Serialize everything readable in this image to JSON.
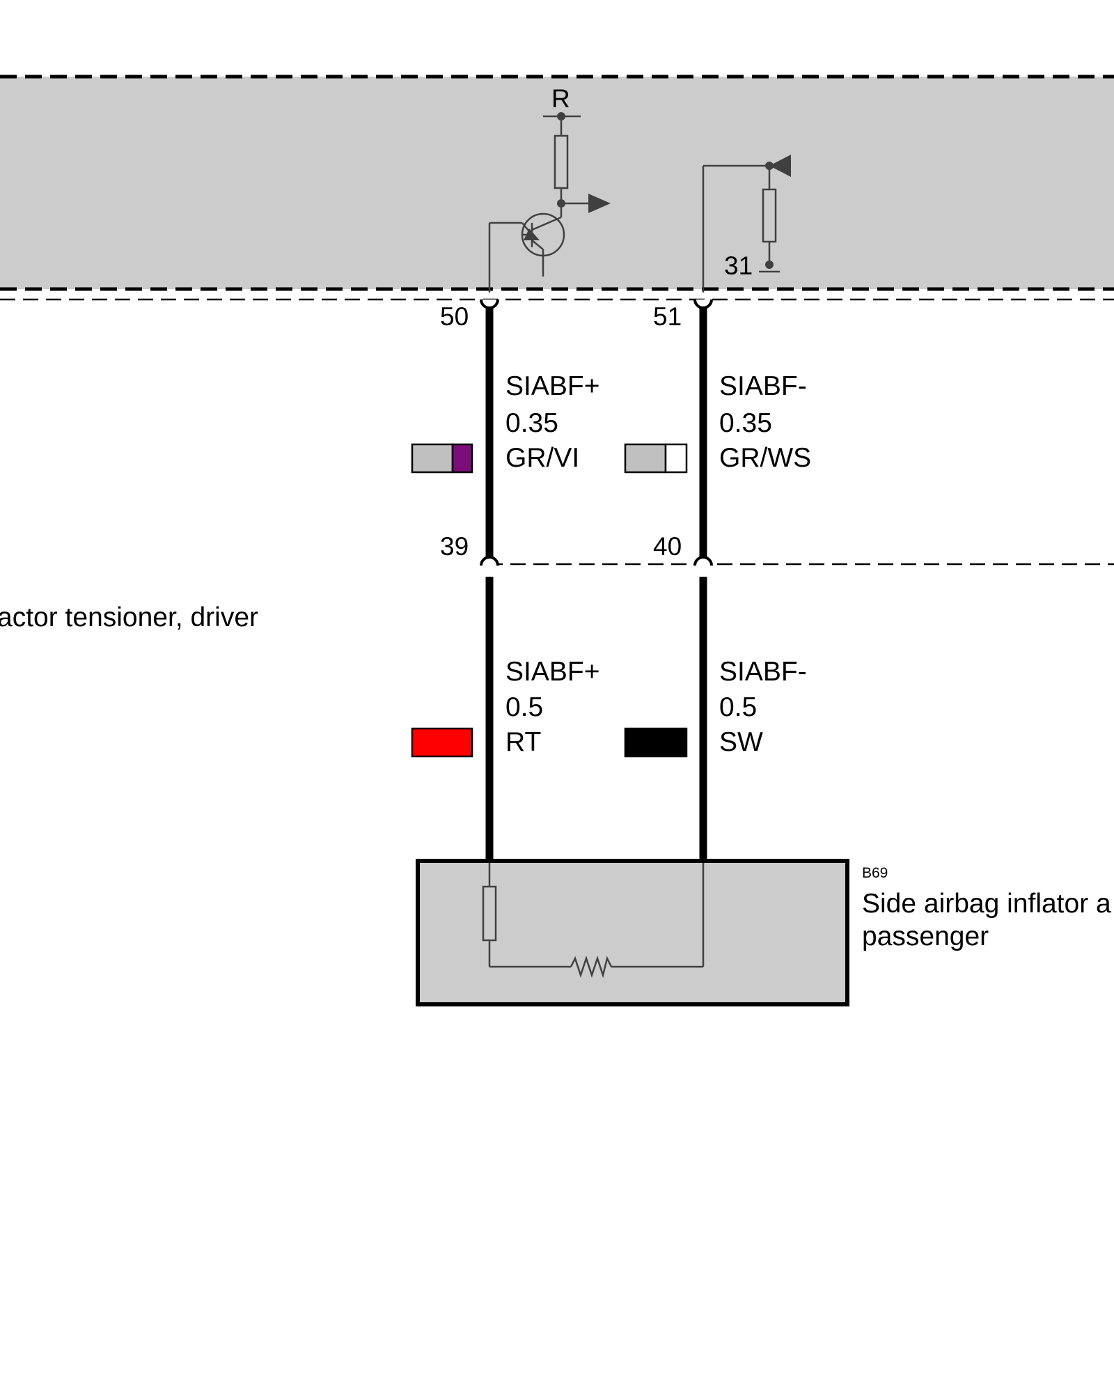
{
  "colors": {
    "module_fill": "#cccccc",
    "wire": "#000000",
    "circuit": "#404040",
    "violet": "#7a0f7a",
    "red": "#ff0000",
    "gray": "#c0c0c0"
  },
  "module": {
    "supply_label": "R",
    "ground_label": "31"
  },
  "connector_upper": {
    "pin_left": "50",
    "pin_right": "51"
  },
  "connector_lower": {
    "pin_left": "39",
    "pin_right": "40"
  },
  "wires_upper": {
    "left": {
      "signal": "SIABF+",
      "size": "0.35",
      "color_code": "GR/VI"
    },
    "right": {
      "signal": "SIABF-",
      "size": "0.35",
      "color_code": "GR/WS"
    }
  },
  "wires_lower": {
    "left": {
      "signal": "SIABF+",
      "size": "0.5",
      "color_code": "RT"
    },
    "right": {
      "signal": "SIABF-",
      "size": "0.5",
      "color_code": "SW"
    }
  },
  "side_label": "actor tensioner, driver",
  "component": {
    "code": "B69",
    "name_line1": "Side airbag inflator a",
    "name_line2": "passenger"
  }
}
